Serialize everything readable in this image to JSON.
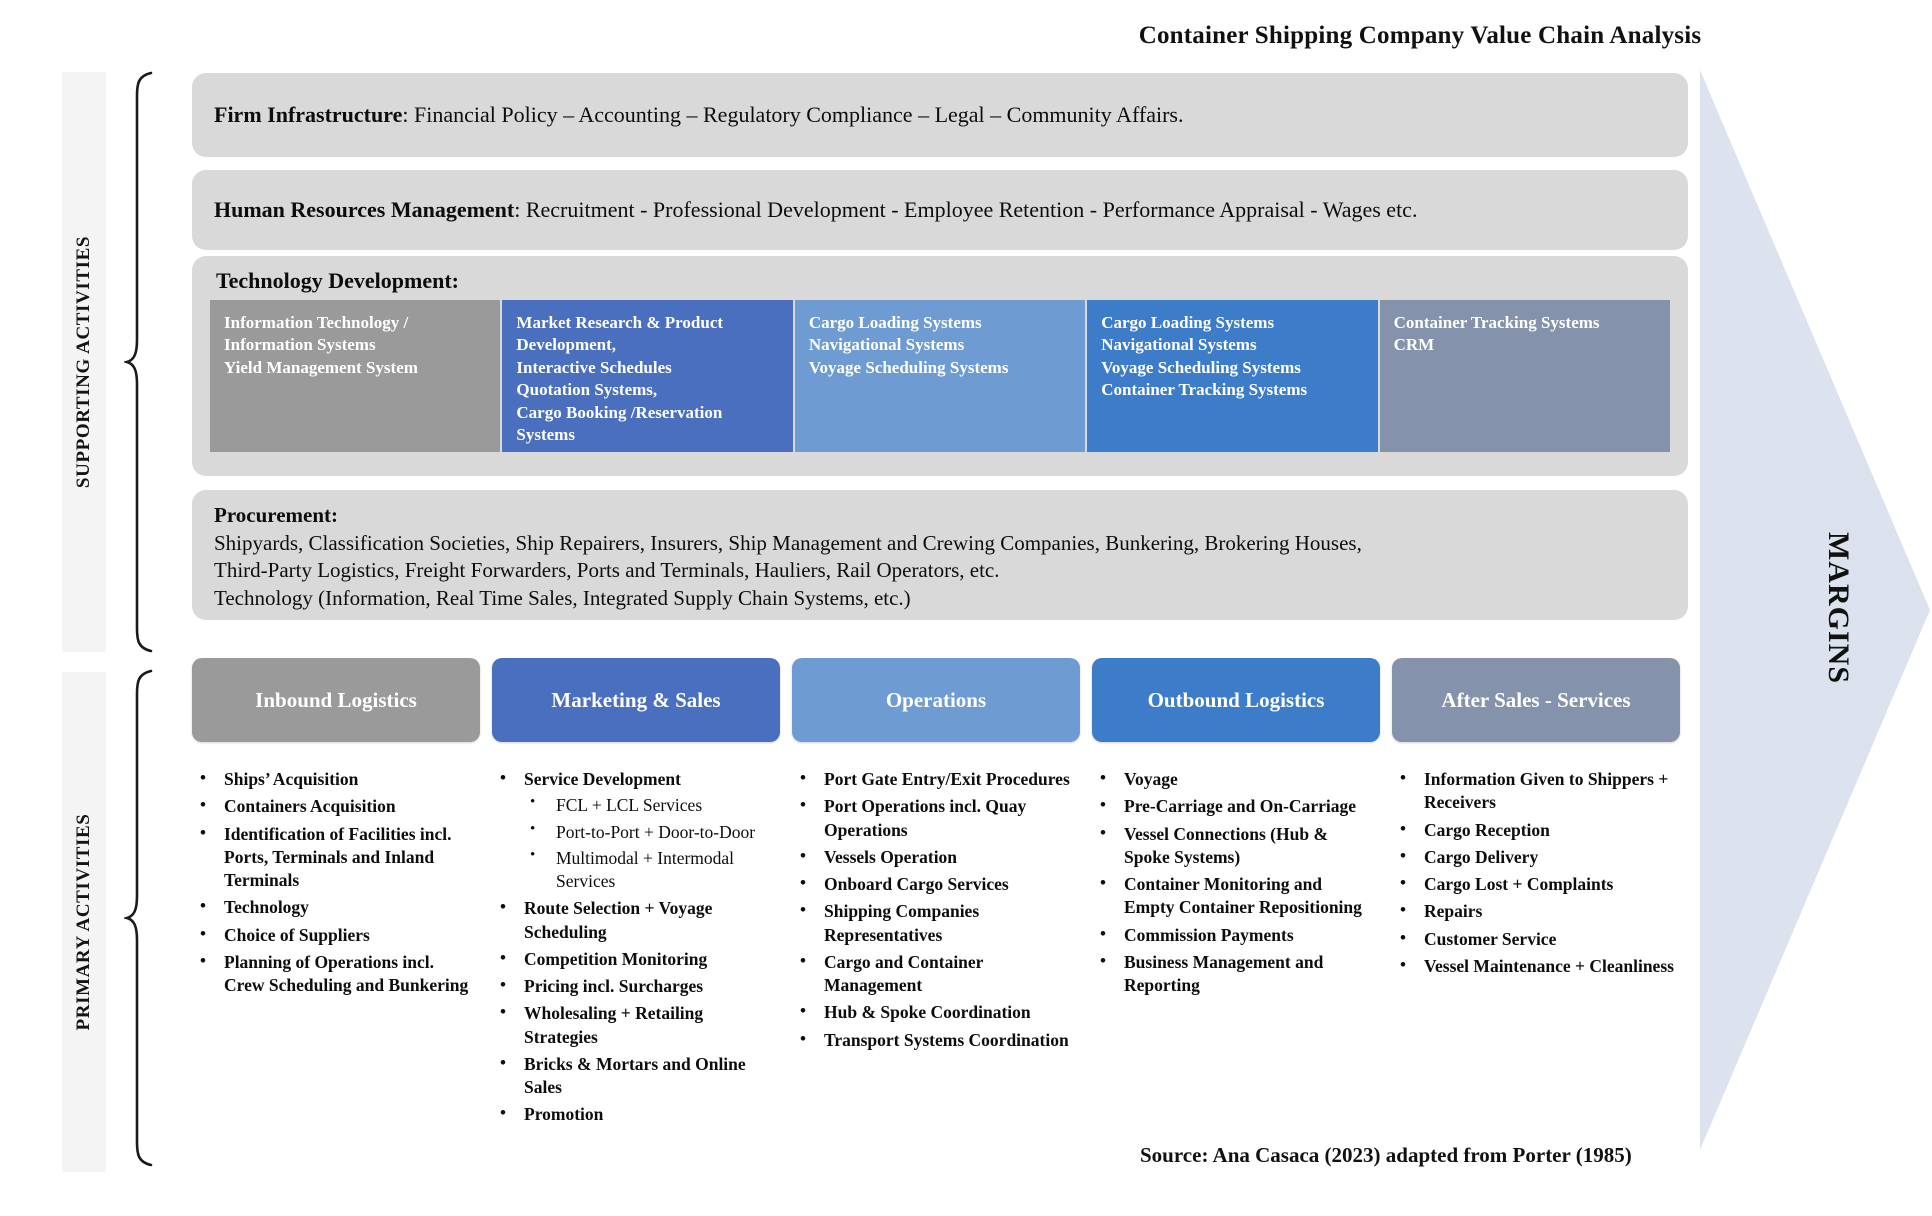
{
  "title": "Container Shipping Company Value Chain Analysis",
  "source": "Source: Ana Casaca (2023) adapted from Porter (1985)",
  "margins_label": "MARGINS",
  "bands": {
    "supporting": "SUPPORTING ACTIVITIES",
    "primary": "PRIMARY ACTIVITIES"
  },
  "colors": {
    "support_bar": "#d9d9d9",
    "gray": "#9a9a9a",
    "blue_dark": "#4a6fbf",
    "blue_light": "#6e9cd2",
    "blue_mid": "#3d7cc9",
    "blue_gray": "#8592ac",
    "margins_arrow": "#dbe2ee"
  },
  "support": {
    "firm": {
      "label": "Firm Infrastructure",
      "text": ": Financial Policy – Accounting – Regulatory Compliance – Legal – Community Affairs."
    },
    "hr": {
      "label": "Human Resources Management",
      "text": ": Recruitment - Professional Development - Employee Retention - Performance Appraisal - Wages etc."
    },
    "technology": {
      "title": "Technology Development:",
      "boxes": [
        {
          "color": "#9a9a9a",
          "text": "Information Technology /\nInformation Systems\nYield Management System"
        },
        {
          "color": "#4a6fbf",
          "text": "Market Research  & Product\nDevelopment,\nInteractive Schedules\nQuotation Systems,\nCargo Booking /Reservation\nSystems"
        },
        {
          "color": "#6e9cd2",
          "text": "Cargo Loading Systems\nNavigational Systems\nVoyage Scheduling Systems"
        },
        {
          "color": "#3d7cc9",
          "text": "Cargo Loading Systems\nNavigational Systems\nVoyage Scheduling Systems\nContainer Tracking Systems"
        },
        {
          "color": "#8592ac",
          "text": "Container Tracking Systems\nCRM"
        }
      ]
    },
    "procurement": {
      "title": "Procurement:",
      "lines": [
        "Shipyards, Classification Societies, Ship Repairers, Insurers, Ship Management and Crewing Companies, Bunkering, Brokering Houses,",
        "Third-Party Logistics, Freight Forwarders, Ports and Terminals, Hauliers, Rail Operators, etc.",
        "Technology (Information, Real Time Sales, Integrated Supply Chain Systems, etc.)"
      ]
    }
  },
  "primary": [
    {
      "header": "Inbound Logistics",
      "color": "#9a9a9a",
      "items": [
        {
          "text": "Ships’ Acquisition"
        },
        {
          "text": "Containers Acquisition"
        },
        {
          "text": "Identification of Facilities incl. Ports, Terminals and Inland Terminals"
        },
        {
          "text": "Technology"
        },
        {
          "text": "Choice of Suppliers"
        },
        {
          "text": "Planning of Operations incl. Crew Scheduling and Bunkering"
        }
      ]
    },
    {
      "header": "Marketing & Sales",
      "color": "#4a6fbf",
      "items": [
        {
          "text": "Service Development",
          "sub": [
            "FCL + LCL Services",
            "Port-to-Port  + Door-to-Door",
            "Multimodal  + Intermodal Services"
          ]
        },
        {
          "text": "Route Selection + Voyage Scheduling"
        },
        {
          "text": "Competition Monitoring"
        },
        {
          "text": "Pricing incl. Surcharges"
        },
        {
          "text": "Wholesaling + Retailing Strategies"
        },
        {
          "text": "Bricks & Mortars and Online Sales"
        },
        {
          "text": "Promotion"
        }
      ]
    },
    {
      "header": "Operations",
      "color": "#6e9cd2",
      "items": [
        {
          "text": "Port Gate Entry/Exit Procedures"
        },
        {
          "text": "Port Operations incl. Quay Operations"
        },
        {
          "text": "Vessels Operation"
        },
        {
          "text": "Onboard Cargo Services"
        },
        {
          "text": "Shipping Companies Representatives"
        },
        {
          "text": "Cargo and Container Management"
        },
        {
          "text": "Hub & Spoke Coordination"
        },
        {
          "text": "Transport Systems Coordination"
        }
      ]
    },
    {
      "header": "Outbound Logistics",
      "color": "#3d7cc9",
      "items": [
        {
          "text": "Voyage"
        },
        {
          "text": "Pre-Carriage and On-Carriage"
        },
        {
          "text": "Vessel Connections (Hub & Spoke Systems)"
        },
        {
          "text": "Container Monitoring and Empty Container Repositioning"
        },
        {
          "text": "Commission Payments"
        },
        {
          "text": "Business Management and Reporting"
        }
      ]
    },
    {
      "header": "After Sales - Services",
      "color": "#8592ac",
      "items": [
        {
          "text": "Information Given to Shippers + Receivers"
        },
        {
          "text": "Cargo Reception"
        },
        {
          "text": "Cargo Delivery"
        },
        {
          "text": "Cargo Lost + Complaints"
        },
        {
          "text": "Repairs"
        },
        {
          "text": "Customer Service"
        },
        {
          "text": "Vessel Maintenance + Cleanliness"
        }
      ]
    }
  ]
}
